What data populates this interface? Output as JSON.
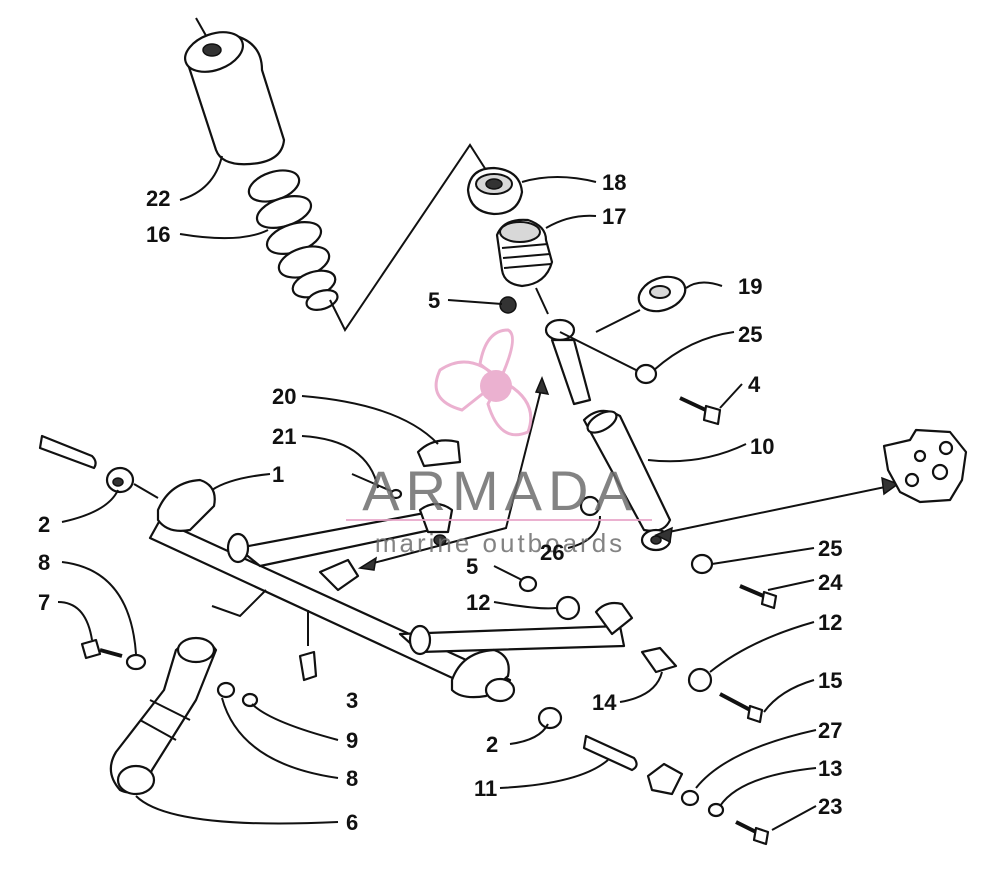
{
  "watermark": {
    "brand": "ARMADA",
    "tagline": "marine outboards",
    "accent_color": "#e8a4c8",
    "icon": "propeller-logo-icon"
  },
  "callouts": [
    {
      "id": "c22",
      "text": "22"
    },
    {
      "id": "c16",
      "text": "16"
    },
    {
      "id": "c18",
      "text": "18"
    },
    {
      "id": "c17",
      "text": "17"
    },
    {
      "id": "c19",
      "text": "19"
    },
    {
      "id": "c5a",
      "text": "5"
    },
    {
      "id": "c25a",
      "text": "25"
    },
    {
      "id": "c4",
      "text": "4"
    },
    {
      "id": "c20",
      "text": "20"
    },
    {
      "id": "c21",
      "text": "21"
    },
    {
      "id": "c10",
      "text": "10"
    },
    {
      "id": "c1",
      "text": "1"
    },
    {
      "id": "c2a",
      "text": "2"
    },
    {
      "id": "c26",
      "text": "26"
    },
    {
      "id": "c25b",
      "text": "25"
    },
    {
      "id": "c8a",
      "text": "8"
    },
    {
      "id": "c5b",
      "text": "5"
    },
    {
      "id": "c24",
      "text": "24"
    },
    {
      "id": "c7",
      "text": "7"
    },
    {
      "id": "c12a",
      "text": "12"
    },
    {
      "id": "c12b",
      "text": "12"
    },
    {
      "id": "c3",
      "text": "3"
    },
    {
      "id": "c15",
      "text": "15"
    },
    {
      "id": "c14",
      "text": "14"
    },
    {
      "id": "c9",
      "text": "9"
    },
    {
      "id": "c2b",
      "text": "2"
    },
    {
      "id": "c27",
      "text": "27"
    },
    {
      "id": "c8b",
      "text": "8"
    },
    {
      "id": "c13",
      "text": "13"
    },
    {
      "id": "c11",
      "text": "11"
    },
    {
      "id": "c23",
      "text": "23"
    },
    {
      "id": "c6",
      "text": "6"
    }
  ]
}
